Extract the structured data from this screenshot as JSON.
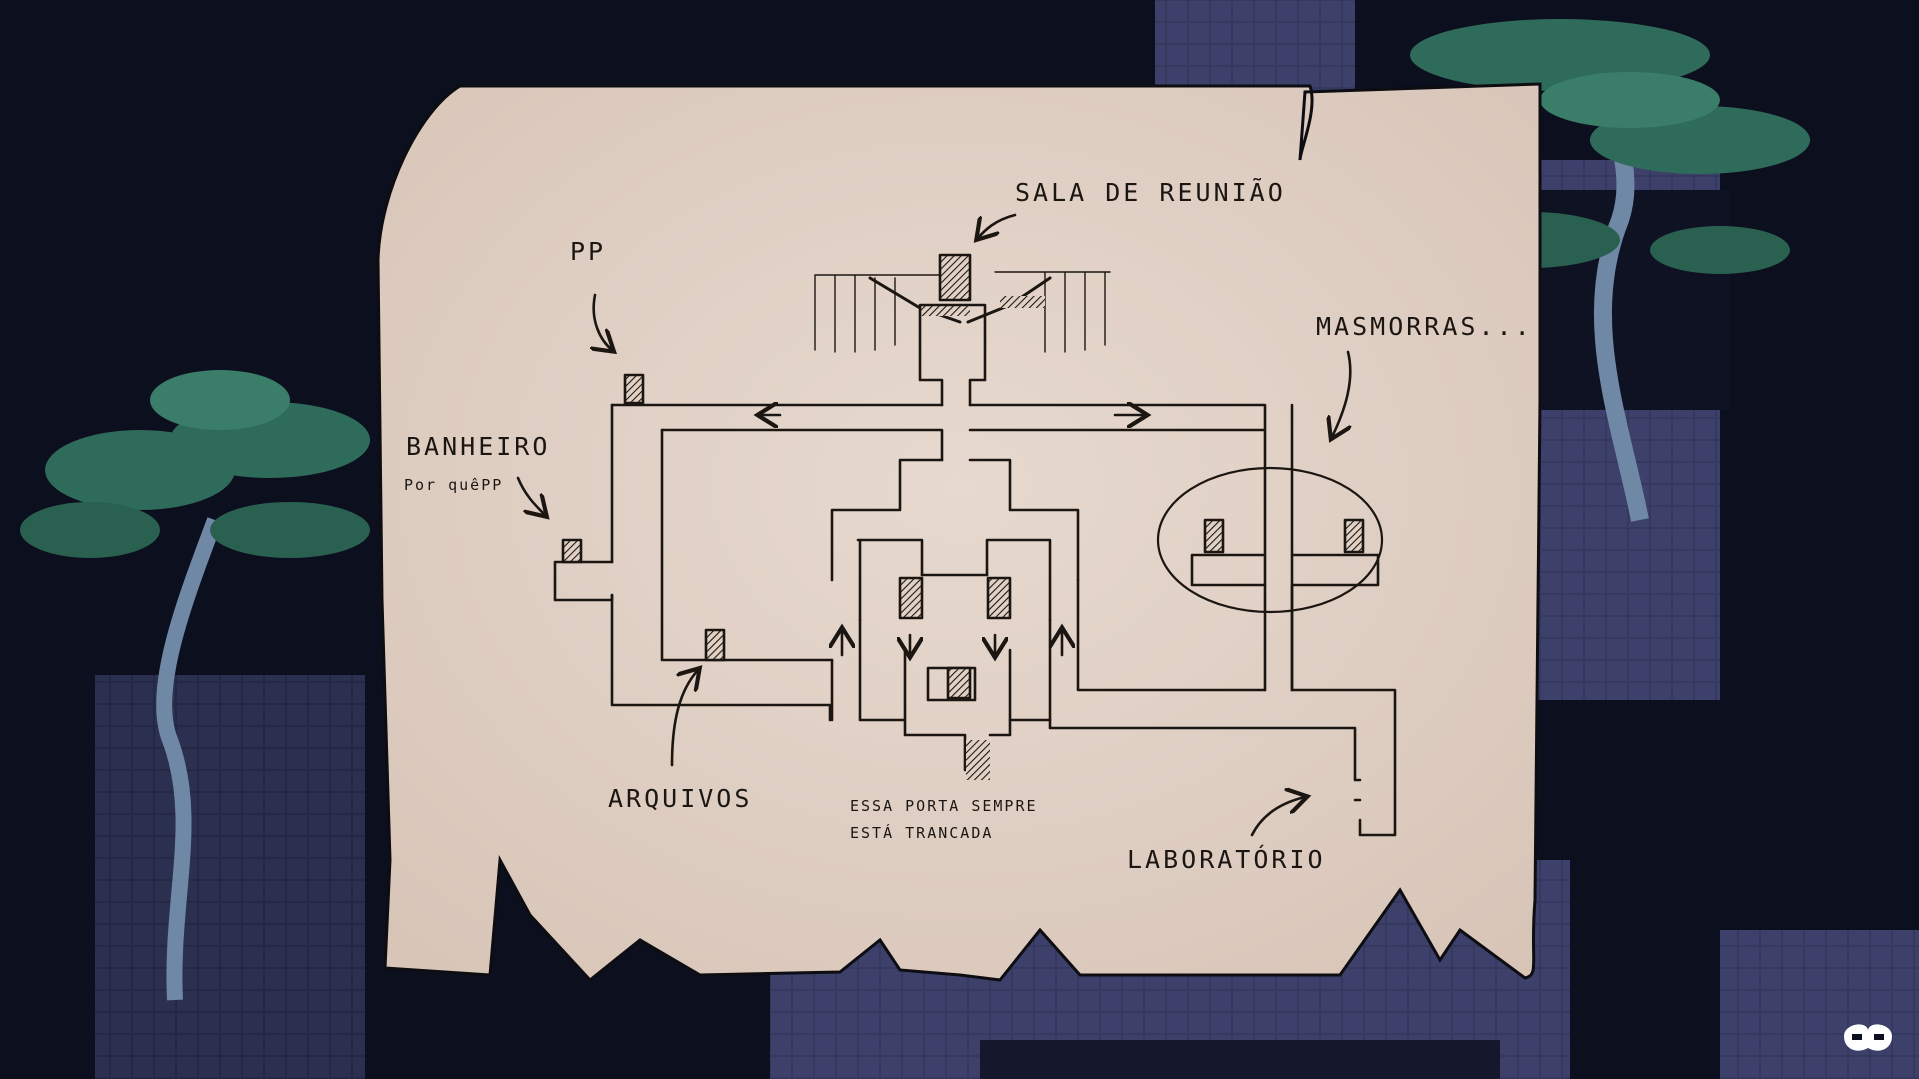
{
  "map": {
    "labels": {
      "meeting_room": "Sala de reunião",
      "pp": "PP",
      "dungeons": "Masmorras...",
      "bathroom": "Banheiro",
      "bathroom_note": "Por quêPP",
      "archives": "Arquivos",
      "locked_door_line1": "Essa porta sempre",
      "locked_door_line2": "está trancada",
      "laboratory": "Laboratório"
    }
  },
  "colors": {
    "background": "#0c0f1e",
    "wall_tiles": "#3a3e66",
    "tree_foliage": "#2f6b5a",
    "parchment": "#e2d2c6",
    "ink": "#1c1612"
  },
  "icons": {
    "logo": "studio-logo-icon"
  }
}
